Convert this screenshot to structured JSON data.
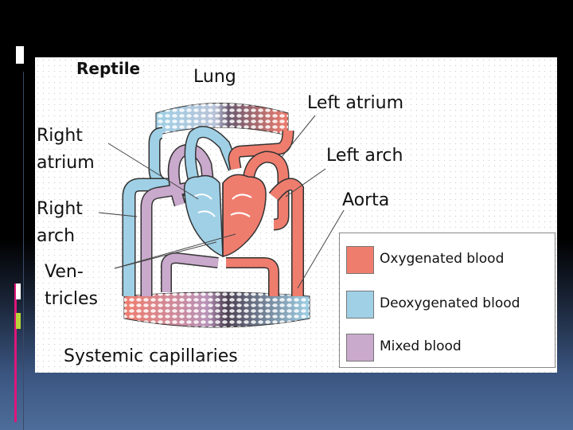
{
  "colors": {
    "oxygenated": "#ef7d6e",
    "deoxygenated": "#9fd0e6",
    "mixed": "#c9a9cc",
    "accent_pink": "#e0157a",
    "accent_green": "#b8d43a"
  },
  "diagram": {
    "title": "Reptile",
    "labels": {
      "lung": "Lung",
      "left_atrium": "Left atrium",
      "right_atrium_1": "Right",
      "right_atrium_2": "atrium",
      "left_arch": "Left arch",
      "right_arch_1": "Right",
      "right_arch_2": "arch",
      "aorta": "Aorta",
      "ventricles_1": "Ven-",
      "ventricles_2": "tricles",
      "systemic_capillaries": "Systemic capillaries"
    }
  },
  "legend": {
    "items": [
      {
        "label": "Oxygenated blood",
        "color": "#ef7d6e"
      },
      {
        "label": "Deoxygenated blood",
        "color": "#9fd0e6"
      },
      {
        "label": "Mixed blood",
        "color": "#c9a9cc"
      }
    ]
  }
}
